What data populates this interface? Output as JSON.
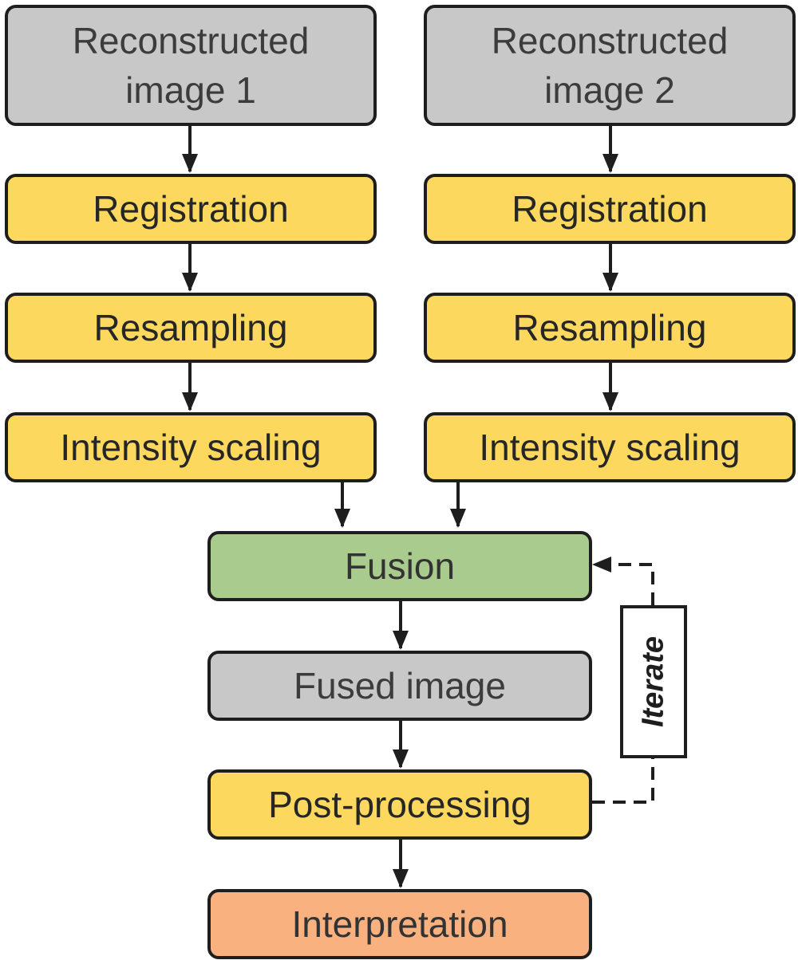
{
  "nodes": {
    "recon1": "Reconstructed\nimage 1",
    "recon1_line1": "Reconstructed",
    "recon1_line2": "image 1",
    "recon2_line1": "Reconstructed",
    "recon2_line2": "image 2",
    "registration_1": "Registration",
    "registration_2": "Registration",
    "resampling_1": "Resampling",
    "resampling_2": "Resampling",
    "intensity_1": "Intensity scaling",
    "intensity_2": "Intensity scaling",
    "fusion": "Fusion",
    "fused_image": "Fused image",
    "post_processing": "Post-processing",
    "interpretation": "Interpretation"
  },
  "loop": {
    "label": "Iterate"
  },
  "colors": {
    "input_gray": "#c8c8c8",
    "process_yellow": "#fcd95e",
    "fusion_green": "#a9cb8e",
    "output_orange": "#f8b17f",
    "stroke": "#1e1e1e"
  }
}
